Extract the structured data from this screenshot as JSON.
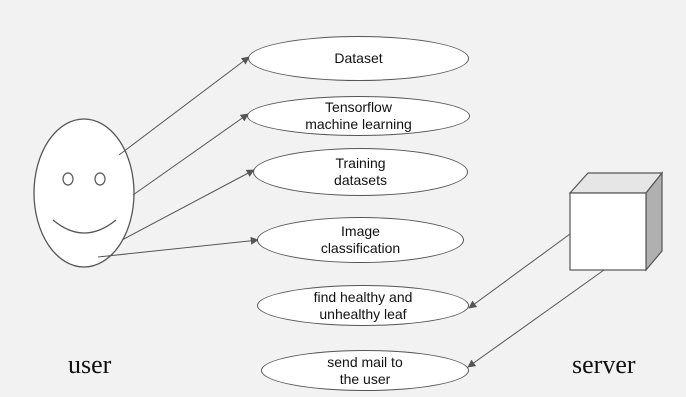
{
  "actors": {
    "user": {
      "label": "user",
      "icon": "smiley-face-icon"
    },
    "server": {
      "label": "server",
      "icon": "cube-icon"
    }
  },
  "use_cases": [
    {
      "id": "dataset",
      "label": "Dataset"
    },
    {
      "id": "tensorflow",
      "label": "Tensorflow\nmachine learning"
    },
    {
      "id": "training",
      "label": "Training\ndatasets"
    },
    {
      "id": "image-classification",
      "label": "Image\nclassification"
    },
    {
      "id": "find-leaf",
      "label": "find healthy and\nunhealthy leaf"
    },
    {
      "id": "send-mail",
      "label": "send mail to\nthe user"
    }
  ],
  "colors": {
    "background": "#f2f2f2",
    "stroke": "#555555",
    "cube_front": "#ffffff",
    "cube_top": "#e6e6e6",
    "cube_side": "#b0b0b0"
  }
}
